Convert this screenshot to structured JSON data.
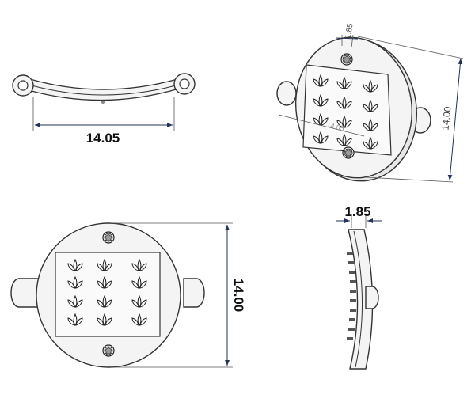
{
  "dimensions": {
    "top_view_width": "14.05",
    "iso_thickness": "1.85",
    "iso_diameter": "14.00",
    "iso_width_faint": "14.05",
    "front_view_diameter": "14.00",
    "side_view_thickness": "1.85"
  },
  "colors": {
    "line": "#333333",
    "dimension_line": "#23325a",
    "fill": "#f4f4f4"
  },
  "icons": {
    "lotus_motif": "lotus-icon",
    "crystal_setting": "gem-setting-icon"
  },
  "motif_grid": {
    "rows": 4,
    "cols": 3
  }
}
